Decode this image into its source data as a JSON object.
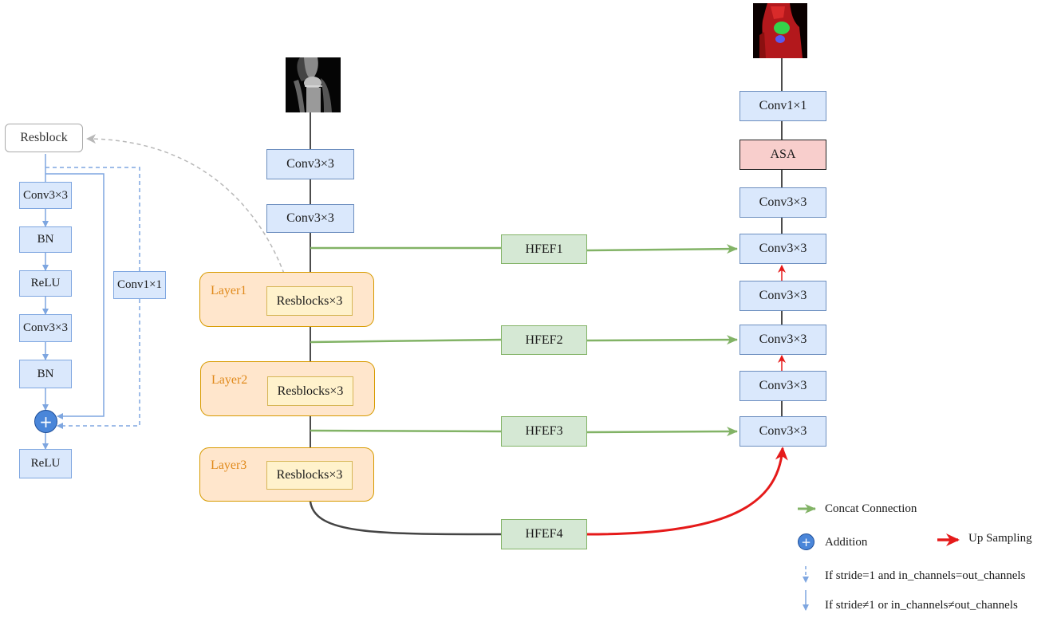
{
  "resblock_detail": {
    "title": "Resblock",
    "steps": [
      "Conv3×3",
      "BN",
      "ReLU",
      "Conv3×3",
      "BN"
    ],
    "shortcut_conv": "Conv1×1",
    "addition_symbol": "+",
    "output": "ReLU"
  },
  "encoder": {
    "conv_a": "Conv3×3",
    "conv_b": "Conv3×3",
    "layers": [
      {
        "label": "Layer1",
        "block": "Resblocks×3"
      },
      {
        "label": "Layer2",
        "block": "Resblocks×3"
      },
      {
        "label": "Layer3",
        "block": "Resblocks×3"
      }
    ]
  },
  "hfef": [
    "HFEF1",
    "HFEF2",
    "HFEF3",
    "HFEF4"
  ],
  "decoder": {
    "conv_out": "Conv1×1",
    "asa": "ASA",
    "convs": [
      "Conv3×3",
      "Conv3×3",
      "Conv3×3",
      "Conv3×3",
      "Conv3×3",
      "Conv3×3"
    ]
  },
  "legend": {
    "concat": "Concat Connection",
    "addition": "Addition",
    "upsampling": "Up Sampling",
    "stride_eq": "If stride=1 and in_channels=out_channels",
    "stride_neq": "If stride≠1 or in_channels≠out_channels"
  },
  "colors": {
    "concat": "#82b366",
    "upsampling": "#e51a1a",
    "resblock_arrow": "#7ea6e0",
    "layer_label": "#e0891a"
  }
}
